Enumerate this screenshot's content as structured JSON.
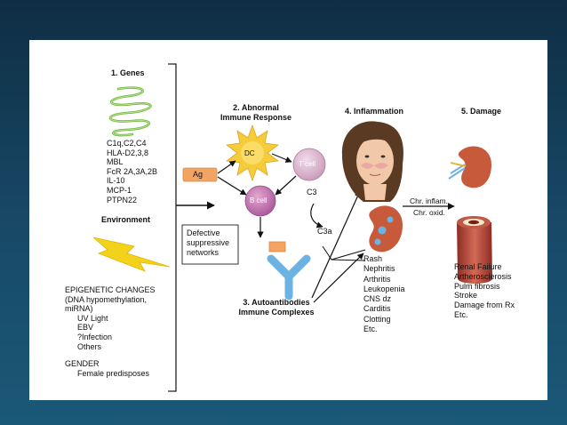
{
  "genes": {
    "title": "1. Genes",
    "items": [
      "C1q,C2,C4",
      "HLA-D2,3,8",
      "MBL",
      "FcR 2A,3A,2B",
      "IL-10",
      "MCP-1",
      "PTPN22"
    ]
  },
  "environment": {
    "title": "Environment",
    "epigenetic_lines": [
      "EPIGENETIC CHANGES",
      "(DNA hypomethylation,",
      "miRNA)"
    ],
    "epigenetic_items": [
      "UV Light",
      "EBV",
      "?Infection",
      "Others"
    ],
    "gender_title": "GENDER",
    "gender_item": "Female predisposes"
  },
  "abnormal_response": {
    "title_lines": [
      "2. Abnormal",
      "Immune Response"
    ],
    "dc_label": "DC",
    "ag_label": "Ag",
    "t_cell_label": "T cell",
    "b_cell_label": "B cell",
    "defective_lines": [
      "Defective",
      "suppressive",
      "networks"
    ],
    "c3_label": "C3",
    "c3a_label": "C3a"
  },
  "autoantibodies": {
    "title_lines": [
      "3. Autoantibodies",
      "Immune Complexes"
    ]
  },
  "inflammation": {
    "title": "4. Inflammation",
    "items": [
      "Rash",
      "Nephritis",
      "Arthritis",
      "Leukopenia",
      "CNS dz",
      "Carditis",
      "Clotting",
      "Etc."
    ],
    "chr_inflam": "Chr. inflam.",
    "chr_oxid": "Chr. oxid."
  },
  "damage": {
    "title": "5. Damage",
    "items": [
      "Renal Failure",
      "Artherosclerosis",
      "Pulm fibrosis",
      "Stroke",
      "Damage from Rx",
      "Etc."
    ]
  },
  "colors": {
    "gene_green": "#8ccf5a",
    "dc_yellow": "#f6cc3a",
    "ag_orange": "#f2a462",
    "t_cell": "#d7a6c6",
    "b_cell": "#c06ca8",
    "antibody_blue": "#6ab3e2",
    "lightning": "#f4d21c",
    "kidney": "#c65a3a",
    "artery": "#b8453a"
  }
}
